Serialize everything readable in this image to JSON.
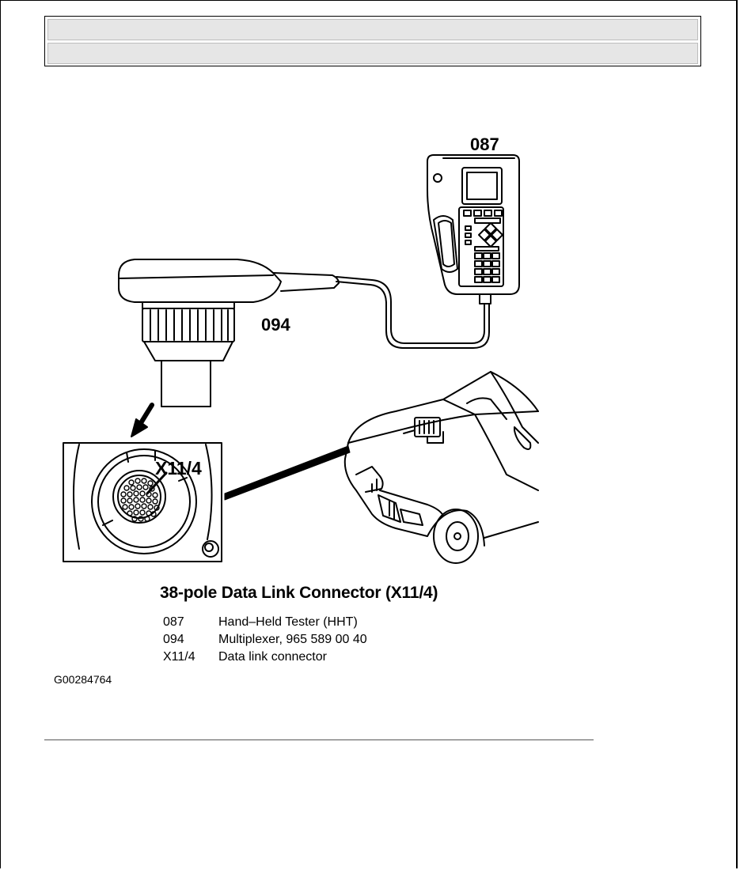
{
  "figure": {
    "labels": {
      "tester": "087",
      "multiplexer": "094",
      "connector": "X11/4"
    },
    "caption": "38-pole Data Link Connector (X11/4)",
    "legend": [
      {
        "code": "087",
        "description": "Hand–Held Tester (HHT)"
      },
      {
        "code": "094",
        "description": "Multiplexer,  965 589 00 40"
      },
      {
        "code": "X11/4",
        "description": "Data link connector"
      }
    ],
    "figure_id": "G00284764"
  }
}
